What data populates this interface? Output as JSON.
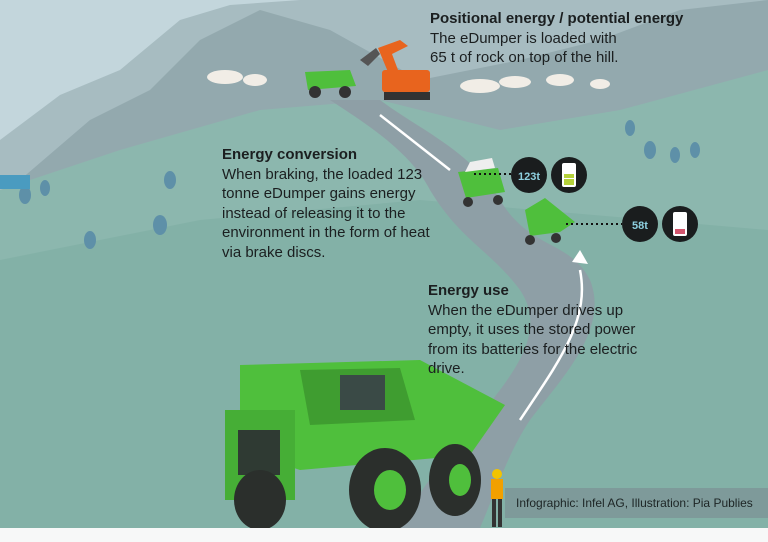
{
  "colors": {
    "sky": "#c3d6dc",
    "mountain": "#93a9ae",
    "hill": "#8cb7ae",
    "ground": "#83b1a7",
    "road": "#8e9fa6",
    "truck_green": "#4fbf3c",
    "excavator": "#e8641e",
    "badge": "#1a1d1e",
    "battery_full": "#b5d13a",
    "battery_low": "#d4566f"
  },
  "potential": {
    "heading": "Positional energy / potential energy",
    "lines": [
      "The eDumper is loaded with",
      "65 t of rock on top of the hill."
    ]
  },
  "conversion": {
    "heading": "Energy conversion",
    "lines": [
      "When braking, the loaded 123",
      "tonne eDumper gains energy",
      "instead of releasing it to the",
      "environment in the form of heat",
      "via brake discs."
    ]
  },
  "use": {
    "heading": "Energy use",
    "lines": [
      "When the eDumper drives up",
      "empty, it uses the stored power",
      "from its batteries for the electric",
      "drive."
    ]
  },
  "badges": {
    "loaded_weight": "123t",
    "loaded_battery": "battery-full-icon",
    "empty_weight": "58t",
    "empty_battery": "battery-low-icon"
  },
  "credit": "Infographic: Infel AG, Illustration: Pia Publies"
}
